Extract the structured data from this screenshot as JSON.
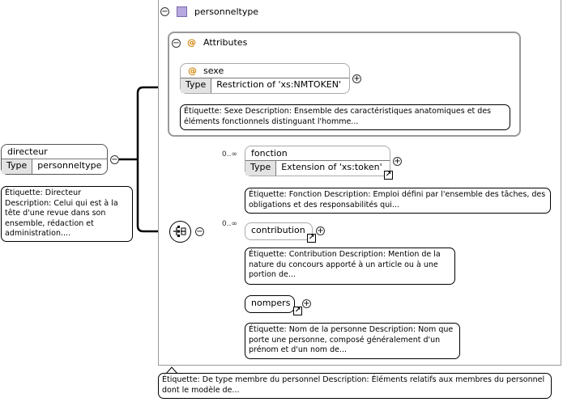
{
  "root": {
    "name": "directeur",
    "type_label": "Type",
    "type_value": "personneltype",
    "note": "Étiquette: Directeur Description: Celui qui est à la tête d'une revue dans son ensemble, rédaction et administration...."
  },
  "complex_type": {
    "name": "personneltype",
    "note": "Étiquette: De type membre du personnel Description: Éléments relatifs aux membres du personnel dont le modèle de..."
  },
  "attributes": {
    "header": "Attributes",
    "at_symbol": "@",
    "items": [
      {
        "name": "sexe",
        "type_label": "Type",
        "type_value": "Restriction of 'xs:NMTOKEN'",
        "note": "Étiquette: Sexe Description: Ensemble des caractéristiques anatomiques et des éléments fonctionnels distinguant l'homme..."
      }
    ]
  },
  "sequence": {
    "children": [
      {
        "name": "fonction",
        "occurrence": "0..∞",
        "type_label": "Type",
        "type_value": "Extension of 'xs:token'",
        "note": "Étiquette: Fonction Description: Emploi défini par l'ensemble des tâches, des obligations et des responsabilités qui..."
      },
      {
        "name": "contribution",
        "occurrence": "0..∞",
        "note": "Étiquette: Contribution Description: Mention de la nature du concours apporté à un article ou à une portion de..."
      },
      {
        "name": "nompers",
        "occurrence": "",
        "note": "Étiquette: Nom de la personne Description: Nom que porte une personne, composé généralement d'un prénom et d'un nom de..."
      }
    ]
  },
  "colors": {
    "type_icon": "#b8a8e0",
    "at_symbol": "#d08000",
    "line": "#000000",
    "soft_line": "#bbbbbb"
  }
}
